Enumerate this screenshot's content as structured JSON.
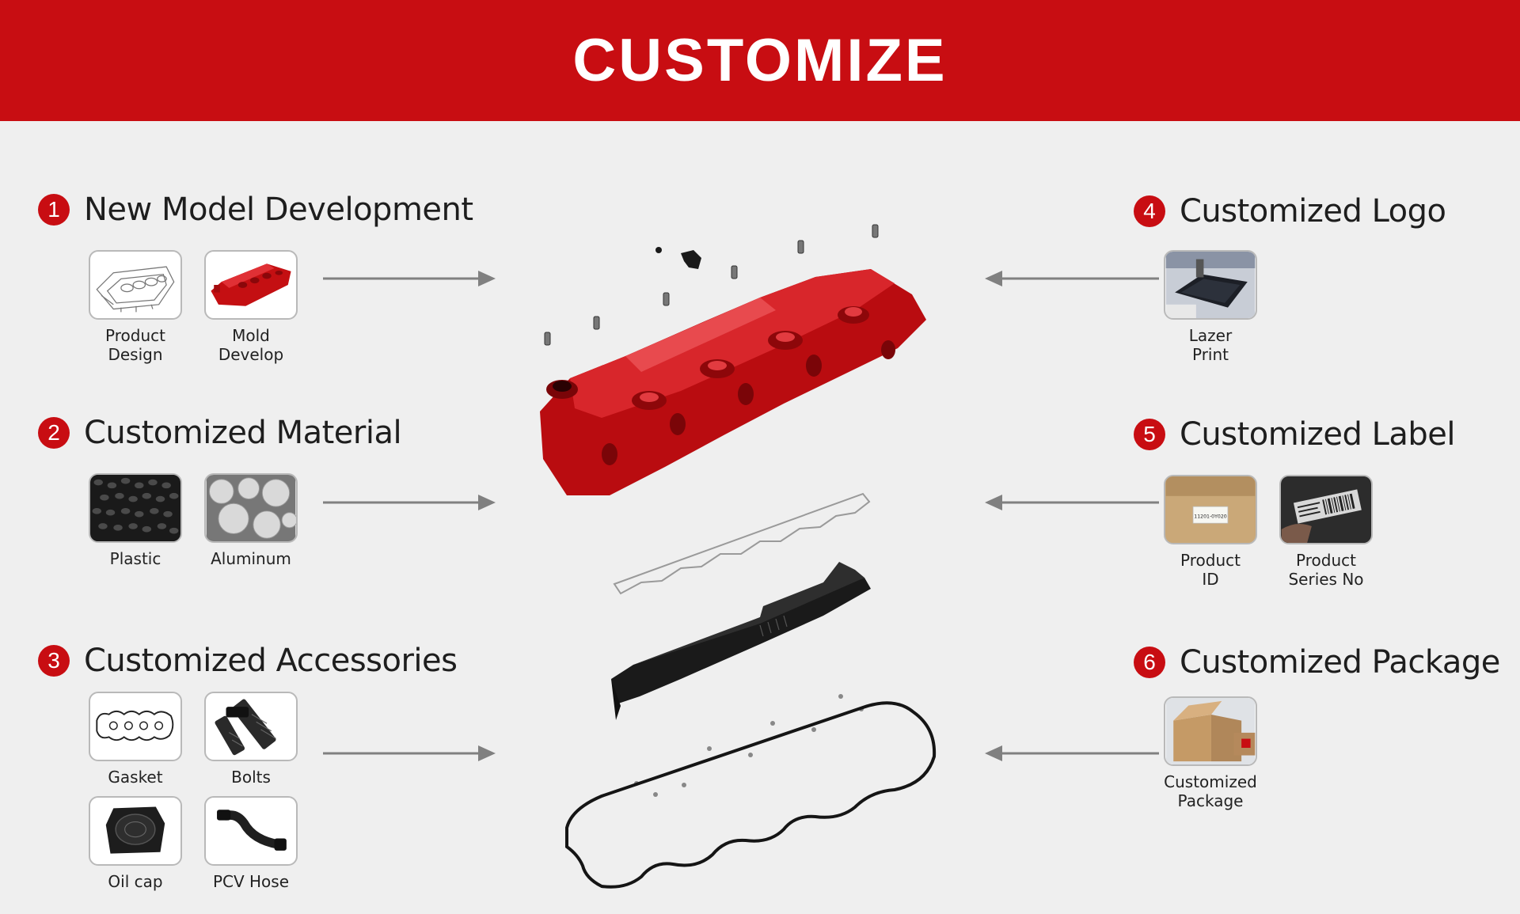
{
  "banner": {
    "title": "CUSTOMIZE"
  },
  "colors": {
    "accent": "#c80d12",
    "arrow": "#808080",
    "background": "#efefef"
  },
  "sections": [
    {
      "num": "1",
      "title": "New Model Development",
      "items": [
        {
          "label": "Product\nDesign",
          "icon": "product-design-sketch"
        },
        {
          "label": "Mold\nDevelop",
          "icon": "red-valve-cover"
        }
      ]
    },
    {
      "num": "2",
      "title": "Customized Material",
      "items": [
        {
          "label": "Plastic",
          "icon": "plastic-pellets"
        },
        {
          "label": "Aluminum",
          "icon": "aluminum-rods"
        }
      ]
    },
    {
      "num": "3",
      "title": "Customized Accessories",
      "items": [
        {
          "label": "Gasket",
          "icon": "gasket"
        },
        {
          "label": "Bolts",
          "icon": "bolts"
        },
        {
          "label": "Oil cap",
          "icon": "oil-cap"
        },
        {
          "label": "PCV Hose",
          "icon": "pcv-hose"
        }
      ]
    },
    {
      "num": "4",
      "title": "Customized Logo",
      "items": [
        {
          "label": "Lazer\nPrint",
          "icon": "laser-print"
        }
      ]
    },
    {
      "num": "5",
      "title": "Customized Label",
      "items": [
        {
          "label": "Product\nID",
          "icon": "product-id-label",
          "label_text": "11201-0Y020"
        },
        {
          "label": "Product\nSeries No",
          "icon": "series-barcode"
        }
      ]
    },
    {
      "num": "6",
      "title": "Customized Package",
      "items": [
        {
          "label": "Customized\nPackage",
          "icon": "cardboard-box"
        }
      ]
    }
  ]
}
